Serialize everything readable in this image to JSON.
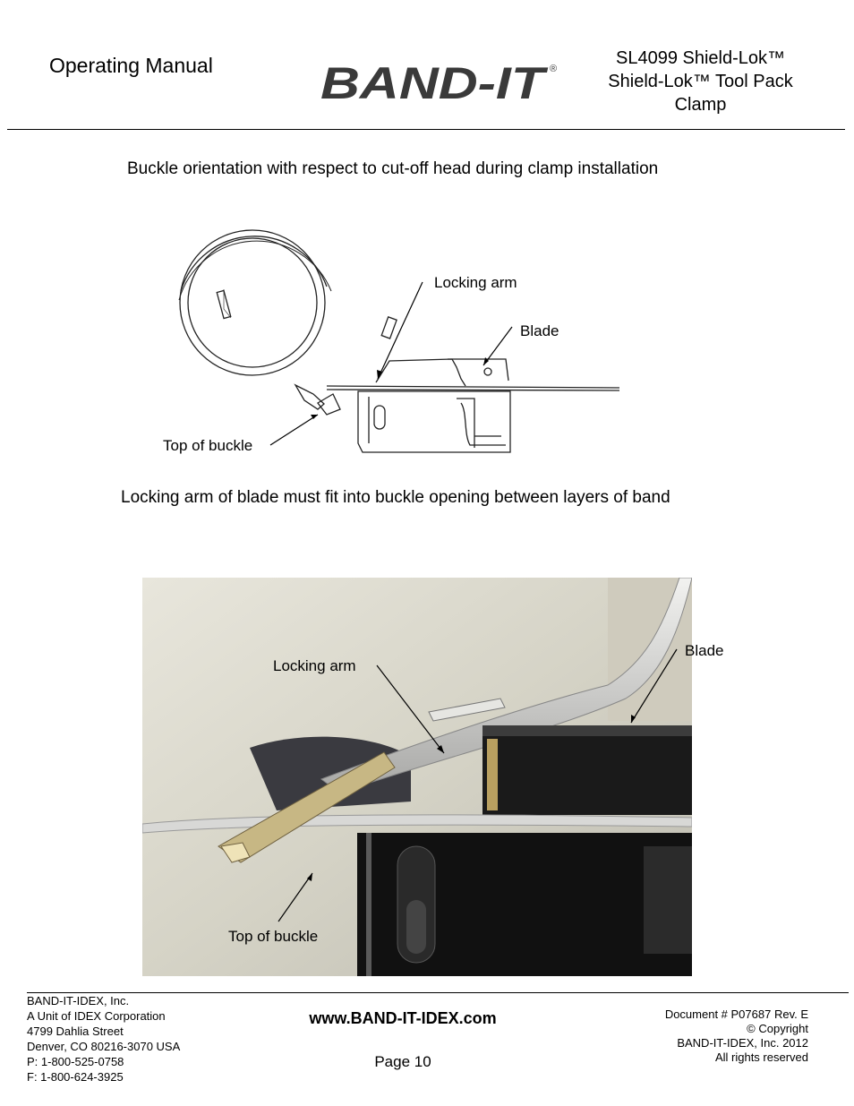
{
  "header": {
    "left_title": "Operating Manual",
    "logo_text": "BAND-IT",
    "logo_mark": "®",
    "right_lines": [
      "SL4099 Shield-Lok™",
      "Shield-Lok™ Tool Pack",
      "Clamp"
    ]
  },
  "figure1": {
    "caption": "Buckle orientation with respect to cut-off head during clamp installation",
    "labels": {
      "locking_arm": "Locking arm",
      "blade": "Blade",
      "top_of_buckle": "Top of buckle"
    }
  },
  "figure2": {
    "caption": "Locking arm of blade must fit into buckle opening between layers of band",
    "labels": {
      "locking_arm": "Locking arm",
      "blade": "Blade",
      "top_of_buckle": "Top of buckle"
    }
  },
  "footer": {
    "company_lines": [
      "BAND-IT-IDEX, Inc.",
      "A Unit of IDEX Corporation",
      "4799 Dahlia Street",
      "Denver, CO 80216-3070 USA",
      "P: 1-800-525-0758",
      "F: 1-800-624-3925"
    ],
    "website": "www.BAND-IT-IDEX.com",
    "page": "Page 10",
    "doc_lines": [
      "Document # P07687 Rev. E",
      "© Copyright",
      "BAND-IT-IDEX, Inc. 2012",
      "All rights reserved"
    ]
  },
  "colors": {
    "logo": "#3a3a3a",
    "text": "#000000"
  }
}
